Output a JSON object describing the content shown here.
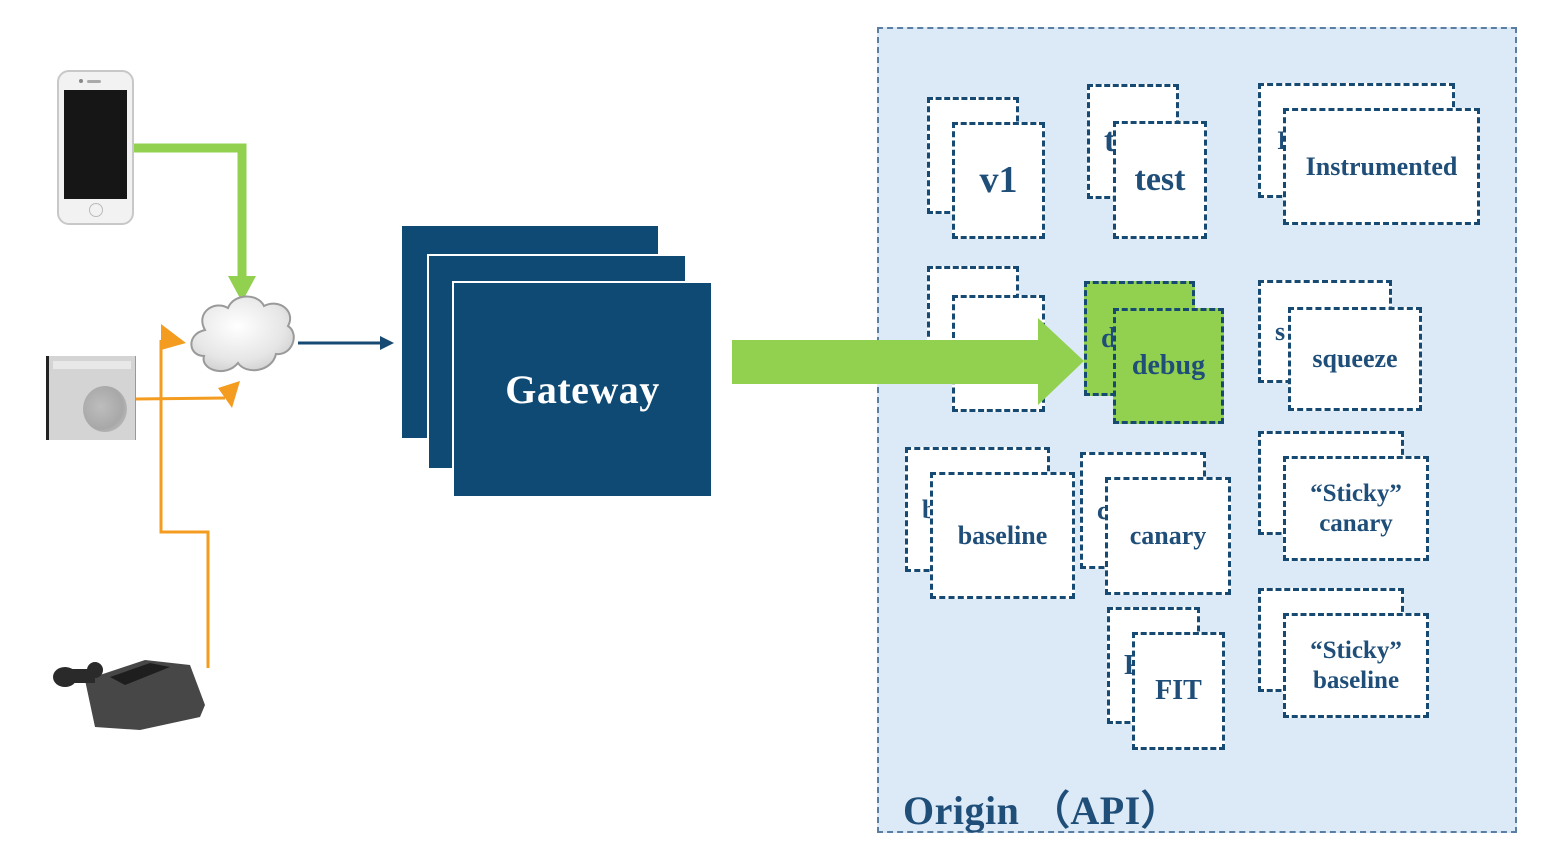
{
  "diagram": {
    "title": "Gateway routing to Origin (API) versions",
    "colors": {
      "gateway_fill": "#0f4a75",
      "origin_fill": "#dce9f7",
      "origin_border": "#5a7fa3",
      "card_border": "#174a72",
      "card_text": "#1f4e79",
      "highlight_green": "#92d050",
      "mobile_connector": "#92d050",
      "other_connectors": "#f39c1f",
      "cloud_to_gateway": "#174a72"
    }
  },
  "clients": [
    {
      "id": "mobile",
      "icon": "smartphone-icon",
      "connector_color": "green"
    },
    {
      "id": "web",
      "icon": "browser-icon",
      "connector_color": "orange"
    },
    {
      "id": "game-console",
      "icon": "game-console-icon",
      "connector_color": "orange"
    }
  ],
  "internet": {
    "icon": "cloud-icon"
  },
  "gateway": {
    "label": "Gateway",
    "stack_count": 3
  },
  "origin": {
    "label": "Origin （API）",
    "versions": [
      {
        "label": "v1",
        "back_peek": "",
        "highlighted": false
      },
      {
        "label": "test",
        "back_peek": "t",
        "highlighted": false
      },
      {
        "label": "Instrumented",
        "back_peek": "I",
        "highlighted": false
      },
      {
        "label": "",
        "back_peek": "",
        "highlighted": false
      },
      {
        "label": "debug",
        "back_peek": "d",
        "highlighted": true
      },
      {
        "label": "squeeze",
        "back_peek": "s",
        "highlighted": false
      },
      {
        "label": "baseline",
        "back_peek": "b",
        "highlighted": false
      },
      {
        "label": "canary",
        "back_peek": "c",
        "highlighted": false
      },
      {
        "label": "“Sticky” canary",
        "back_peek": "“",
        "highlighted": false
      },
      {
        "label": "FIT",
        "back_peek": "F",
        "highlighted": false
      },
      {
        "label": "“Sticky” baseline",
        "back_peek": "“",
        "highlighted": false
      }
    ]
  },
  "routing": {
    "from": "Gateway",
    "to": "debug"
  }
}
